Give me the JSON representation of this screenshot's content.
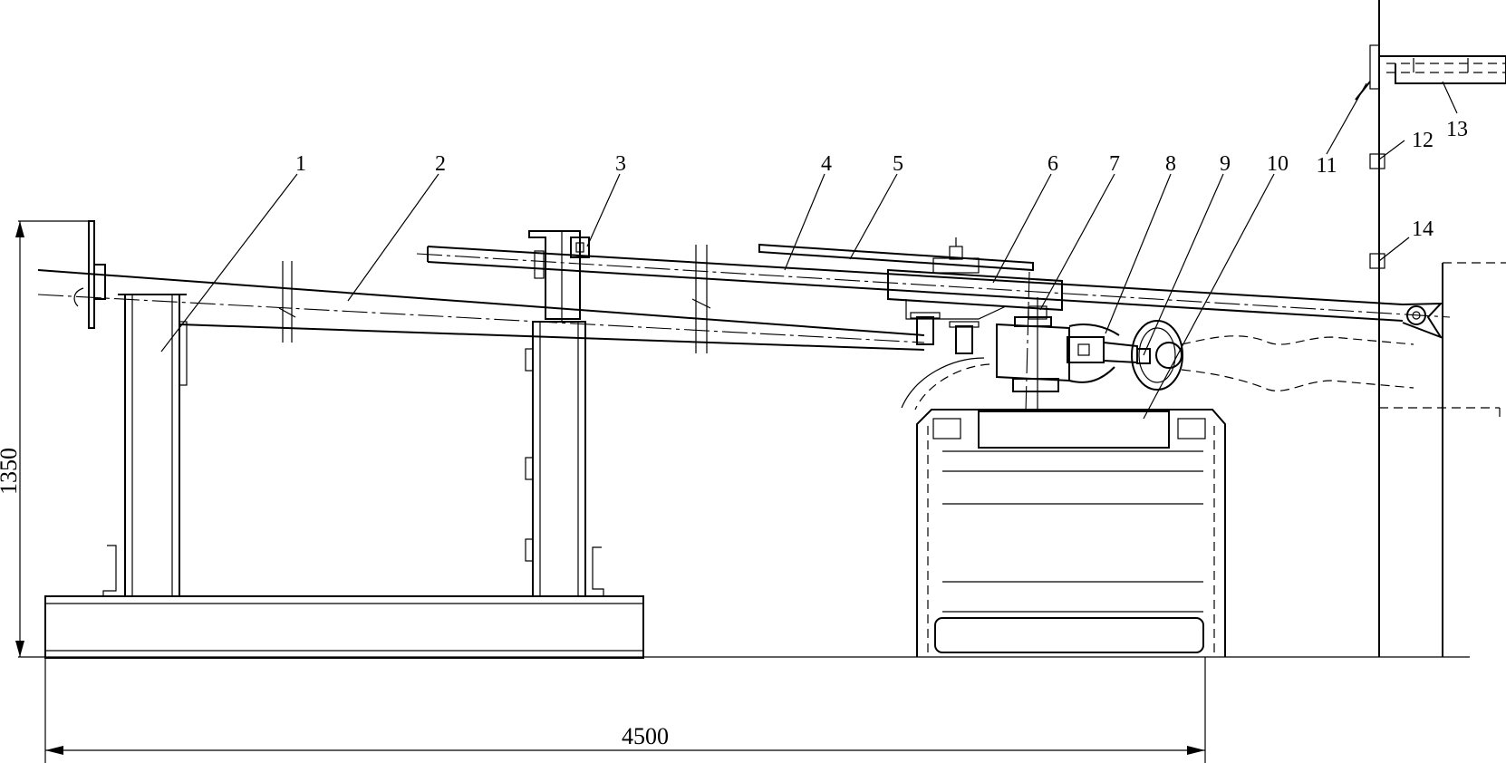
{
  "labels": [
    "1",
    "2",
    "3",
    "4",
    "5",
    "6",
    "7",
    "8",
    "9",
    "10",
    "11",
    "12",
    "13",
    "14"
  ],
  "dimensions": {
    "height": "1350",
    "length": "4500"
  }
}
